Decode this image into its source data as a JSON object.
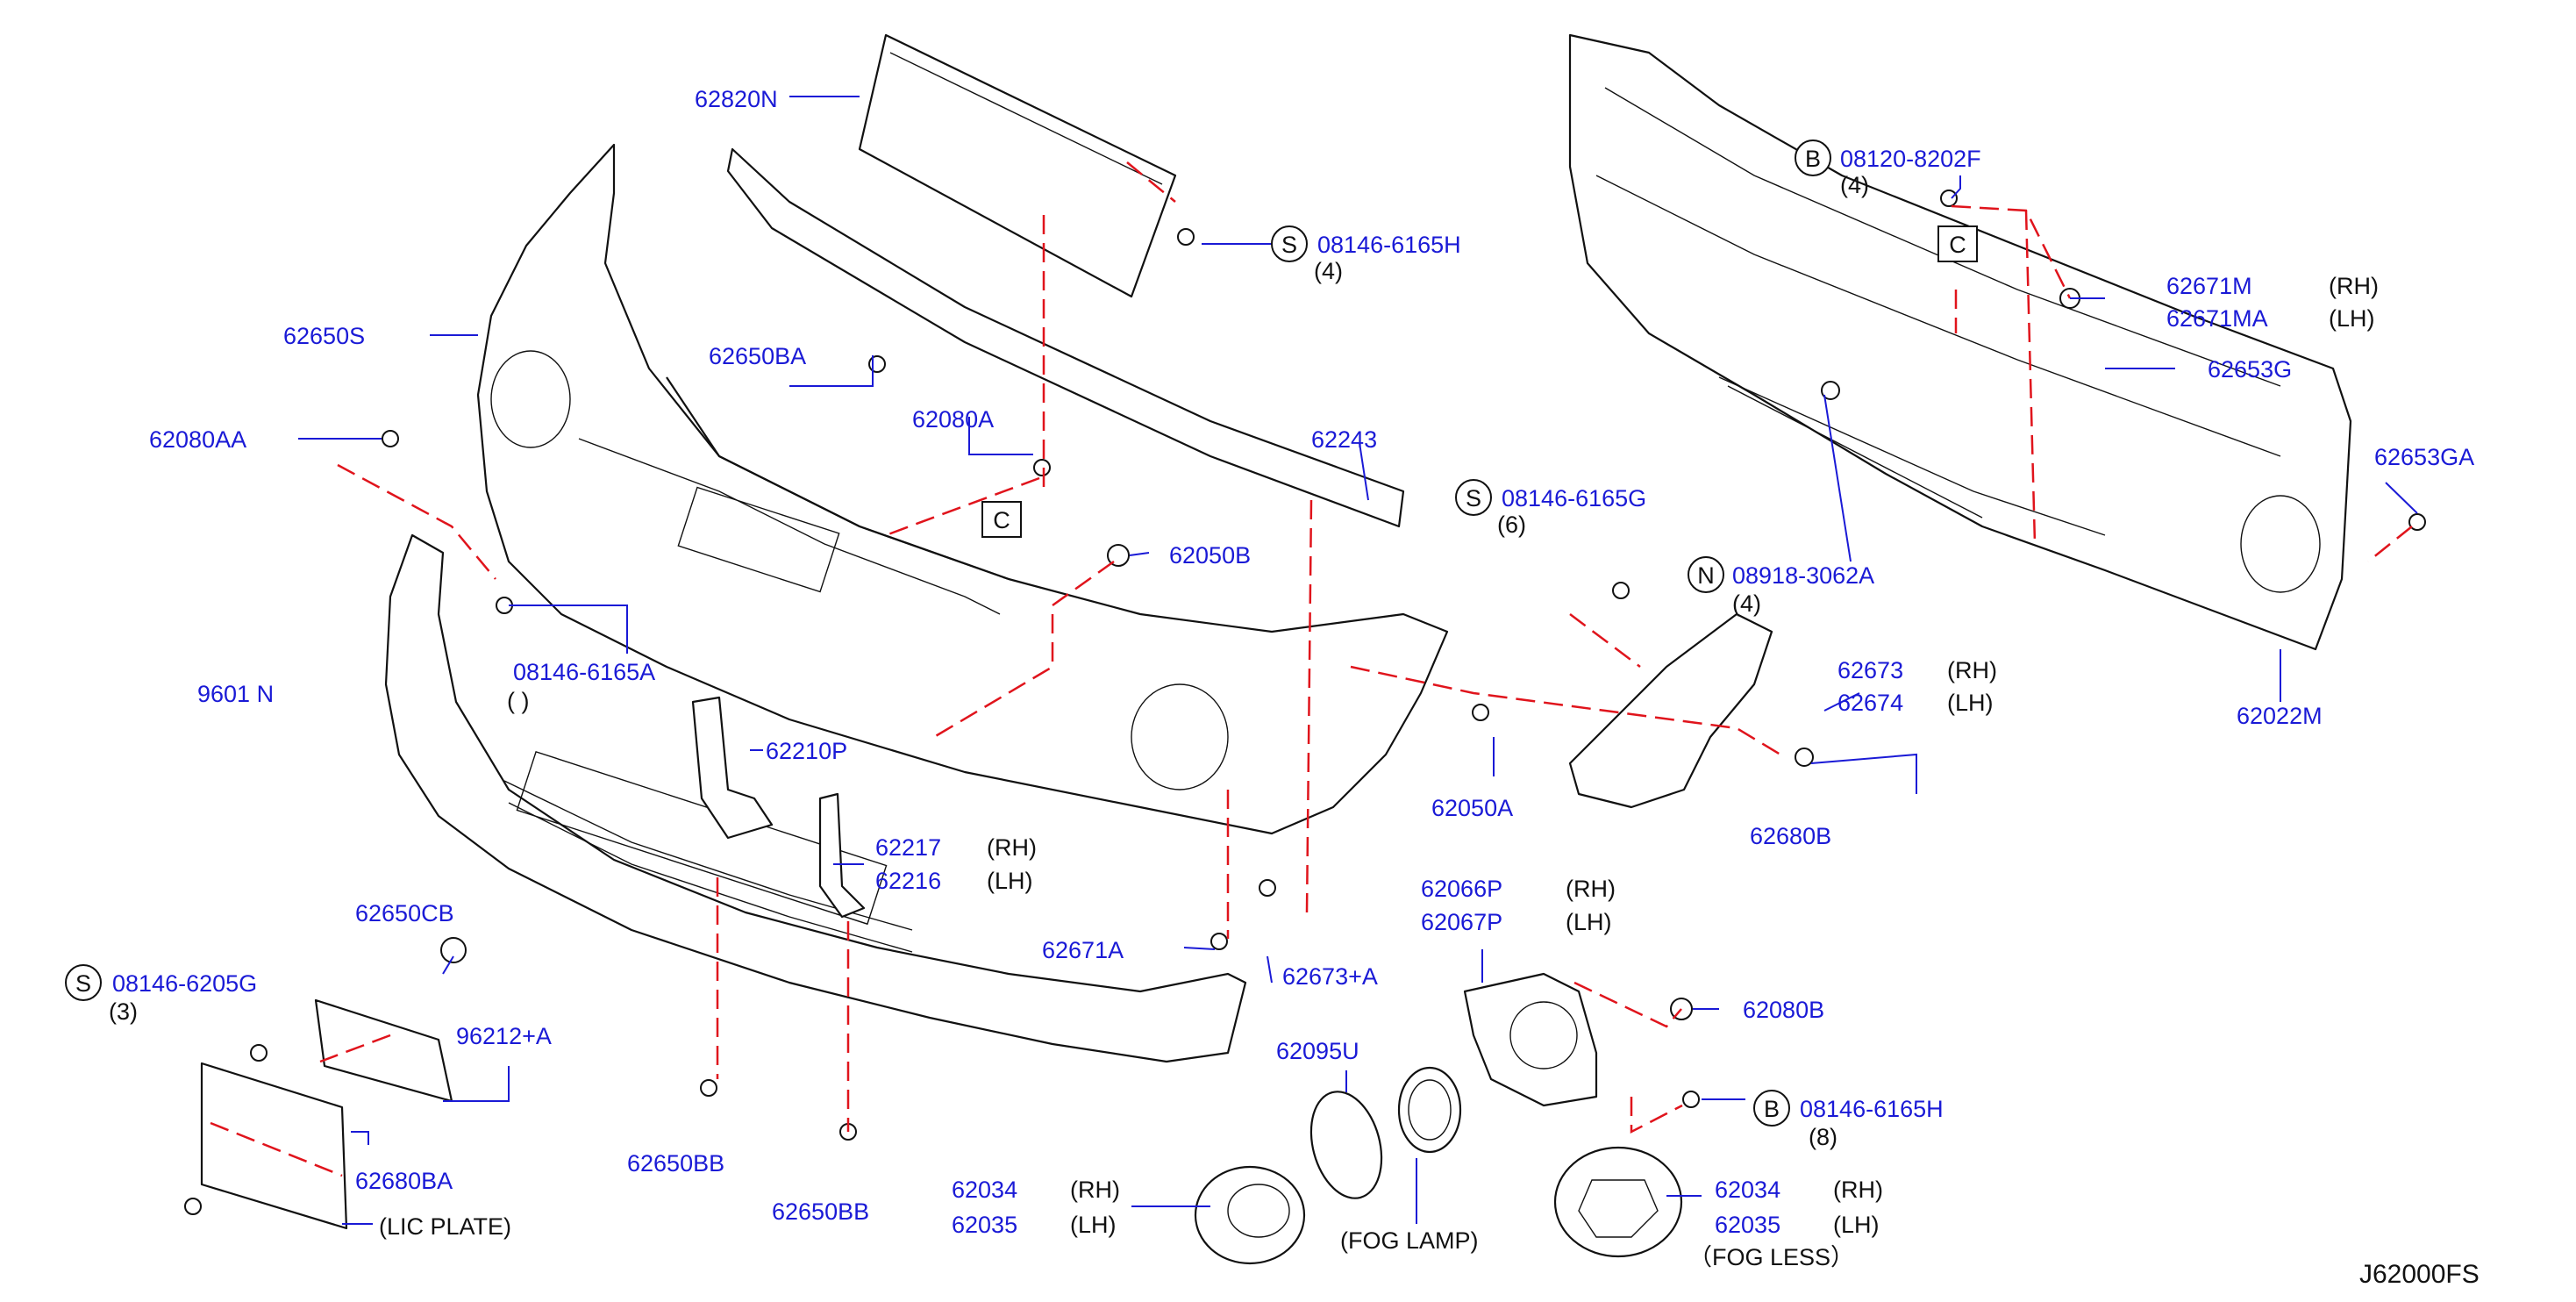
{
  "diagram_code": "J62000FS",
  "ref_boxes": [
    "C",
    "C"
  ],
  "callouts": {
    "p62820N": "62820N",
    "p62650S": "62650S",
    "p62650BA": "62650BA",
    "p62080AA": "62080AA",
    "p62080A": "62080A",
    "p62243": "62243",
    "p62050B": "62050B",
    "p9601N": "9601 N",
    "p08146_6165A_partial": "08146-6165A",
    "qty_partial": "(  )",
    "p62210P": "62210P",
    "p62217": "62217",
    "p62216": "62216",
    "p62650CB": "62650CB",
    "p08146_6205G": "08146-6205G",
    "qty3": "(3)",
    "p96212A": "96212+A",
    "p62680BA": "62680BA",
    "lic_plate": "(LIC   PLATE)",
    "p62650BB_1": "62650BB",
    "p62650BB_2": "62650BB",
    "p62671A": "62671A",
    "p62673A": "62673+A",
    "p62034_1": "62034",
    "p62035_1": "62035",
    "p62095U": "62095U",
    "fog_lamp": "(FOG   LAMP)",
    "p08146_6165H_top": "08146-6165H",
    "qty4_top": "(4)",
    "p08146_6165G": "08146-6165G",
    "qty6": "(6)",
    "p08918_3062A": "08918-3062A",
    "qty4_n": "(4)",
    "p62673_partial": "62673",
    "p62674_partial": "62674",
    "rh_partial": "(RH)",
    "lh_partial": "(LH)",
    "p62050A": "62050A",
    "p62680B": "62680B",
    "p62066P": "62066P",
    "p62067P": "62067P",
    "p62080B": "62080B",
    "p08146_6165H_bot": "08146-6165H",
    "qty8": "(8)",
    "p62034_2": "62034",
    "p62035_2": "62035",
    "fog_less": "（FOG   LESS）",
    "p08120_8202F": "08120-8202F",
    "qty4_b": "(4)",
    "p62671M": "62671M",
    "p62671MA": "62671MA",
    "p62653G": "62653G",
    "p62653GA": "62653GA",
    "p62022M": "62022M"
  },
  "side_labels": {
    "rh": "(RH)",
    "lh": "(LH)"
  },
  "prefix_symbols": {
    "S": "S",
    "B": "B",
    "N": "N"
  },
  "colors": {
    "part_number": "#1a1ad6",
    "line_art": "#111111",
    "dashed_guide": "#e0141c",
    "background": "#ffffff"
  }
}
